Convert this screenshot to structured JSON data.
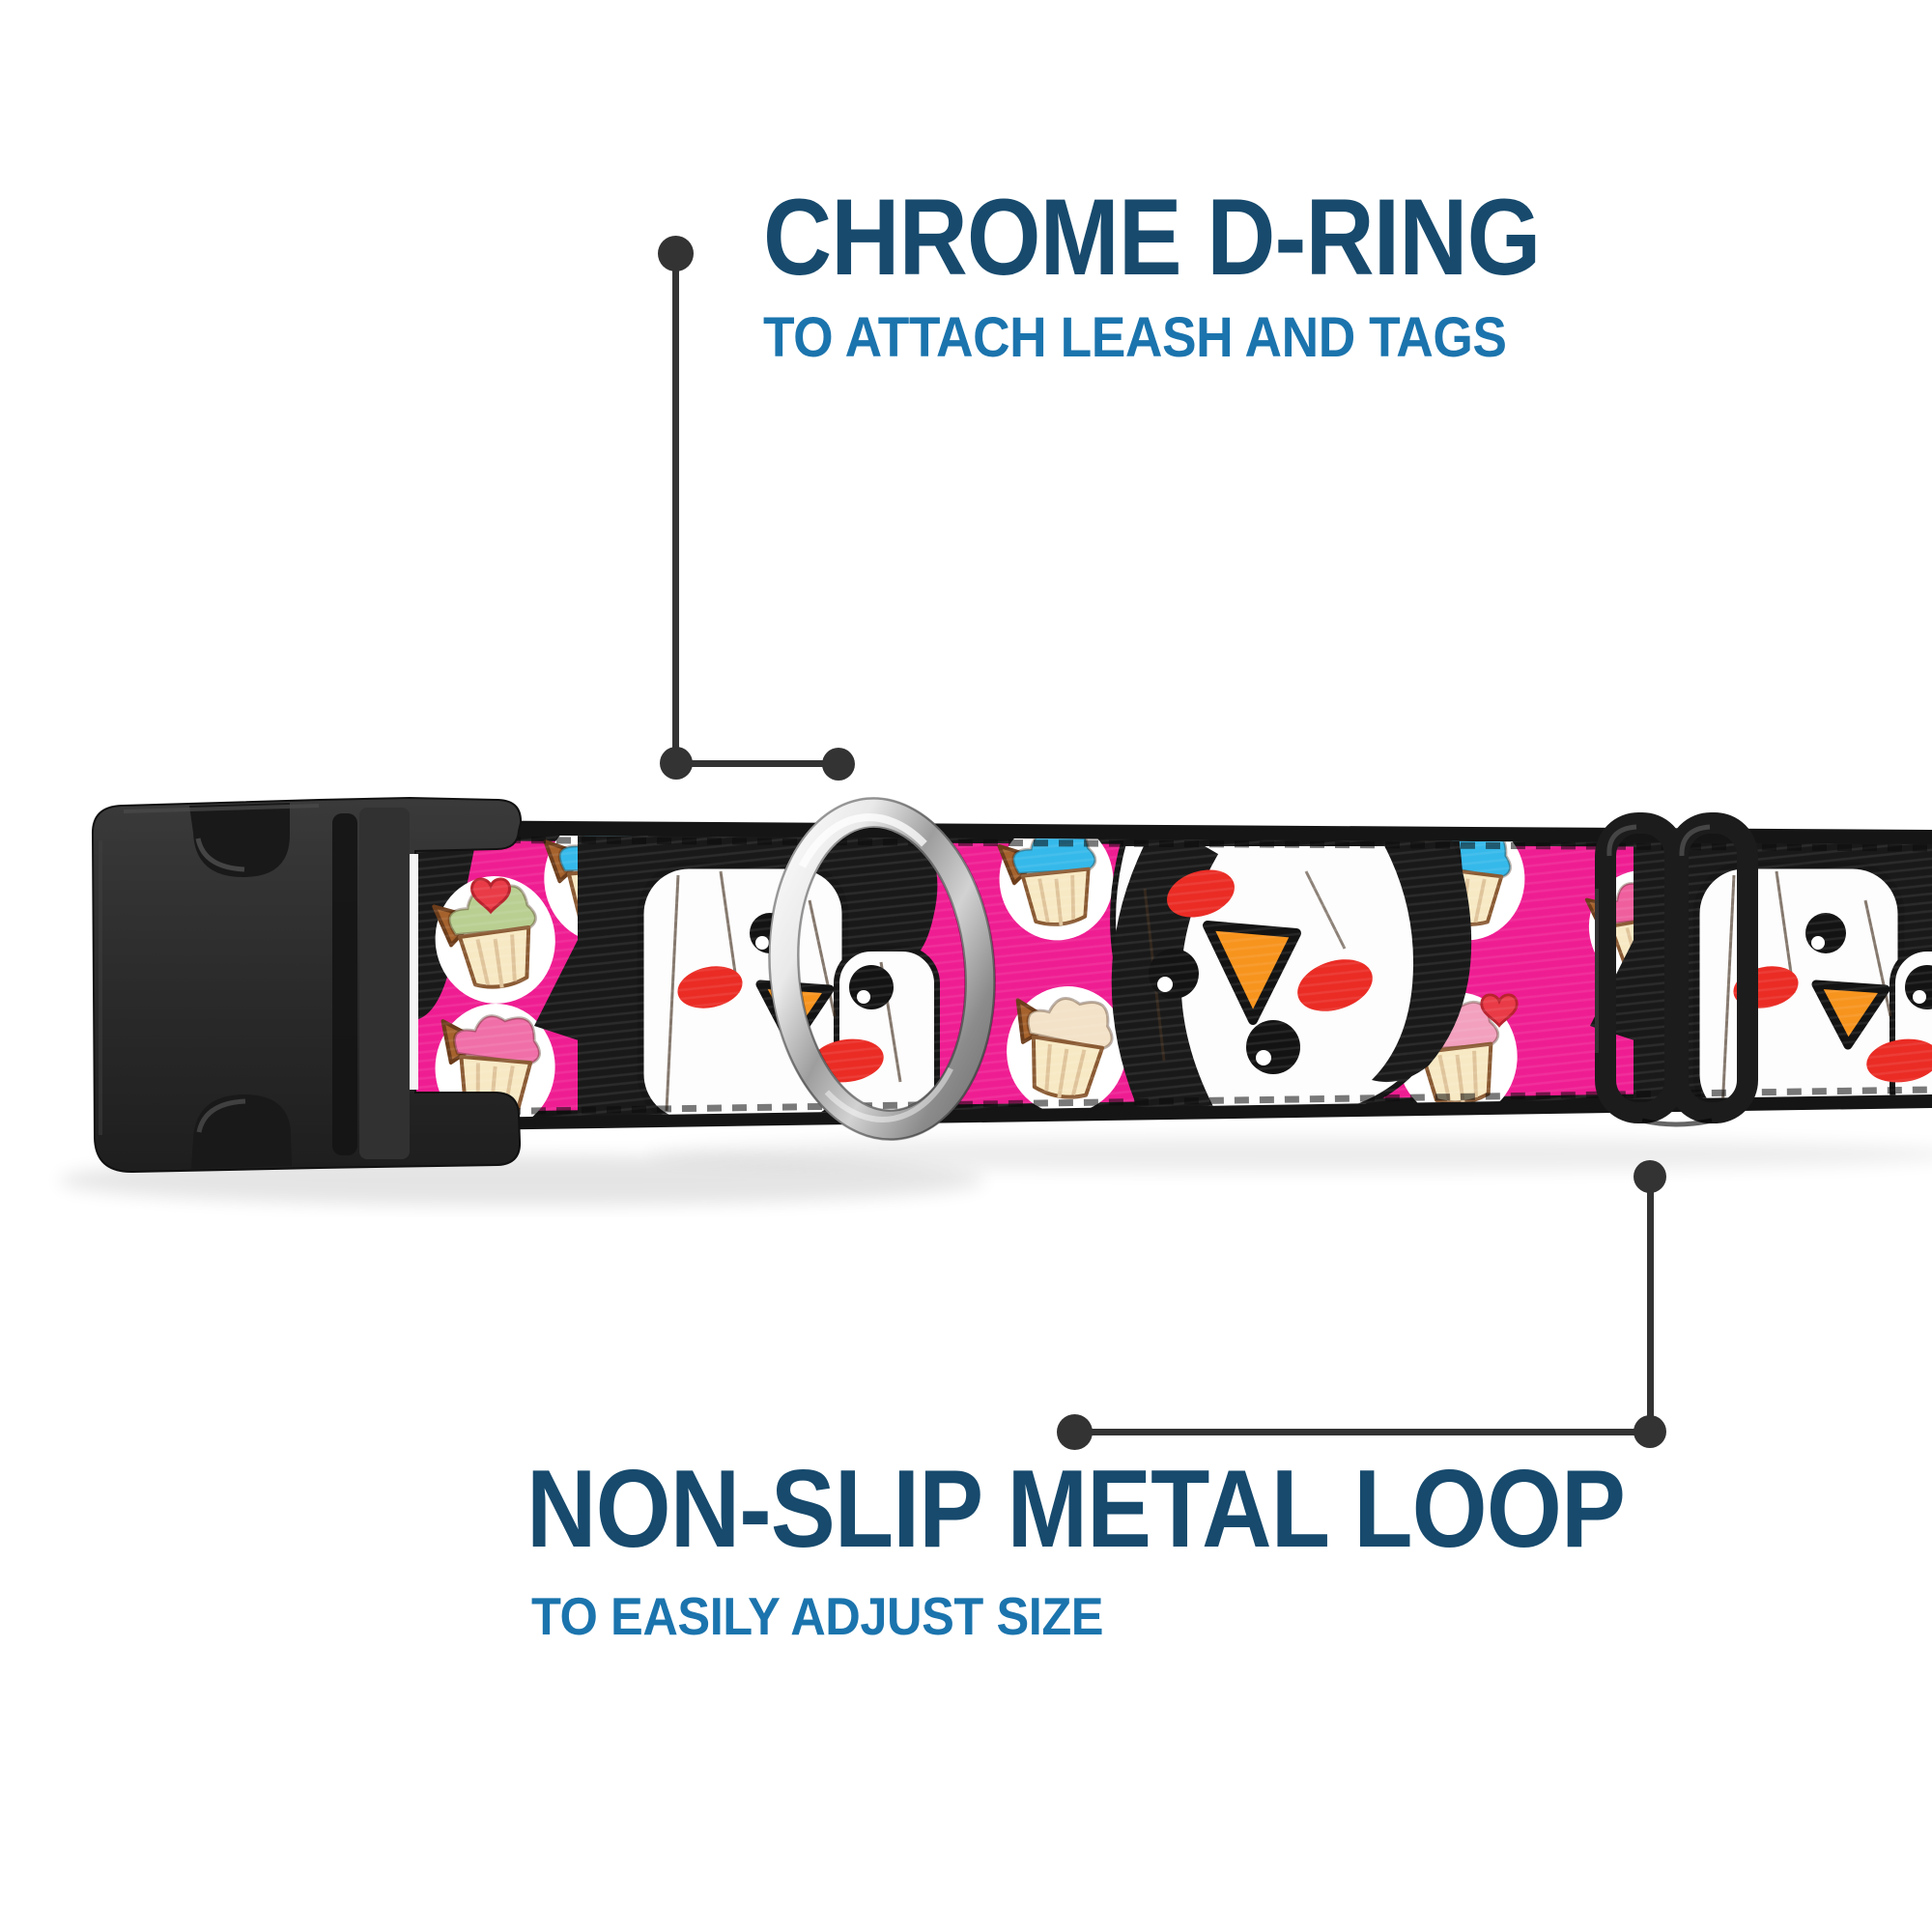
{
  "annotations": {
    "top": {
      "title": "CHROME D-RING",
      "subtitle": "TO ATTACH LEASH AND TAGS"
    },
    "bottom": {
      "title": "NON-SLIP METAL LOOP",
      "subtitle": "TO EASILY ADJUST SIZE"
    }
  },
  "scene": {
    "product": "dog collar with pink penguin and cupcake pattern webbing",
    "parts": [
      "black side-release buckle",
      "chrome d-ring",
      "non-slip metal loop slider"
    ]
  },
  "colors": {
    "title_navy": "#174A6D",
    "subtitle_blue": "#1B74AD",
    "callout_gray": "#333333",
    "webbing_pink": "#EF1D92",
    "webbing_edge_black": "#151515",
    "buckle_black": "#2A2A2A",
    "penguin_black": "#191919",
    "penguin_white": "#FDFDFD",
    "beak_orange": "#F7941E",
    "cheek_red": "#EA2C25",
    "chrome_light": "#F4F4F4",
    "chrome_dark": "#7A7A7A",
    "cupcake_cream": "#F7E9C4",
    "frosting_blue": "#35B9EA",
    "frosting_green": "#B9CF92",
    "frosting_pink": "#F06FA8",
    "cone_brown": "#A5622D",
    "heart_red": "#E93B47"
  }
}
